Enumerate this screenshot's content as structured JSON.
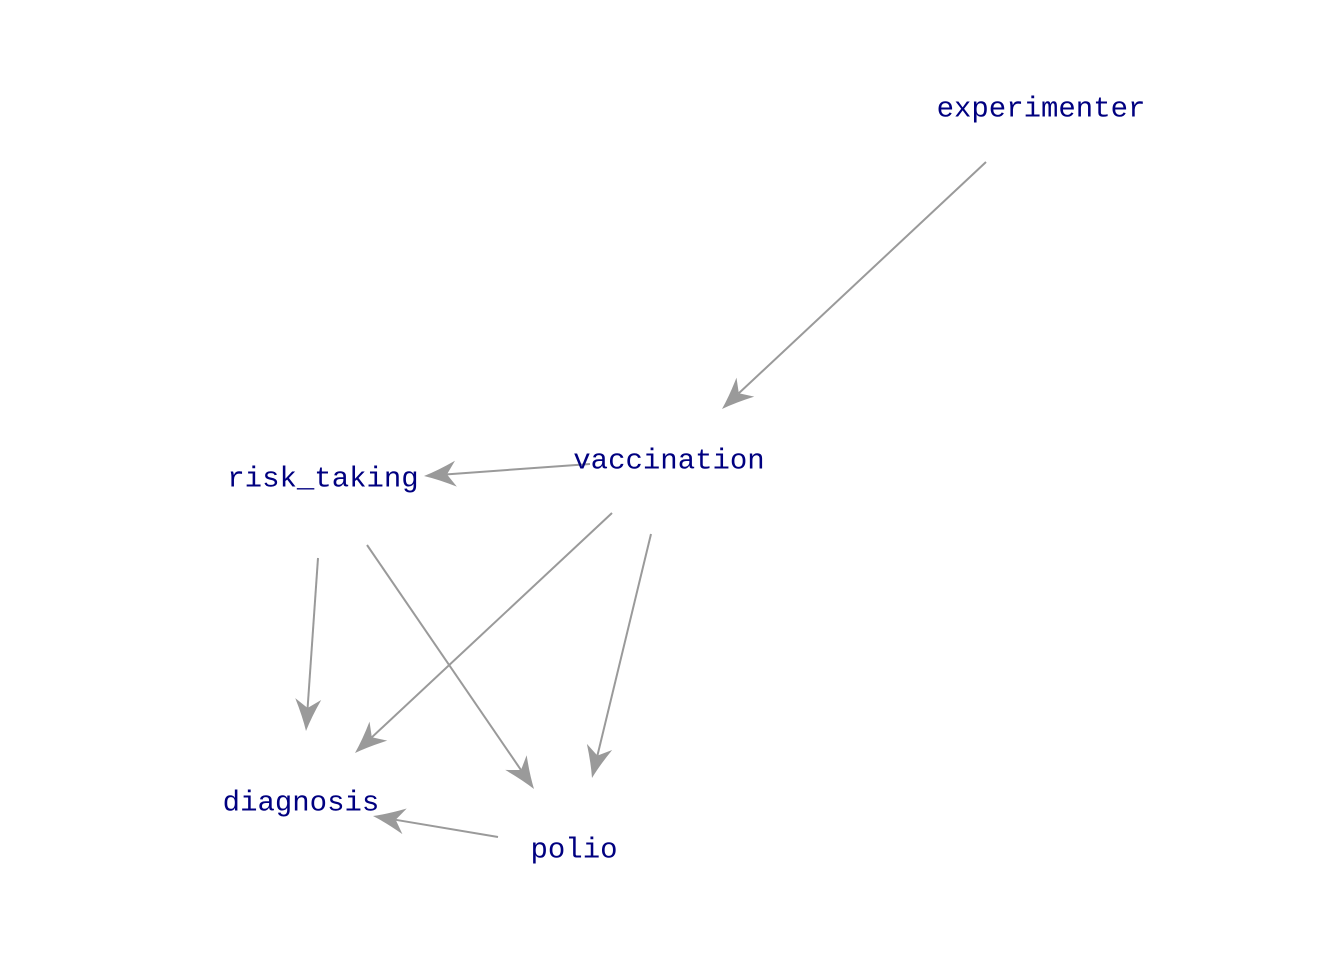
{
  "nodes": [
    {
      "id": "experimenter",
      "label": "experimenter"
    },
    {
      "id": "vaccination",
      "label": "vaccination"
    },
    {
      "id": "risk_taking",
      "label": "risk_taking"
    },
    {
      "id": "diagnosis",
      "label": "diagnosis"
    },
    {
      "id": "polio",
      "label": "polio"
    }
  ],
  "edges": [
    {
      "from": "experimenter",
      "to": "vaccination"
    },
    {
      "from": "vaccination",
      "to": "risk_taking"
    },
    {
      "from": "vaccination",
      "to": "diagnosis"
    },
    {
      "from": "vaccination",
      "to": "polio"
    },
    {
      "from": "risk_taking",
      "to": "diagnosis"
    },
    {
      "from": "risk_taking",
      "to": "polio"
    },
    {
      "from": "polio",
      "to": "diagnosis"
    }
  ],
  "colors": {
    "node_text": "#000080",
    "edge": "#9a9a9a",
    "background": "#ffffff"
  }
}
